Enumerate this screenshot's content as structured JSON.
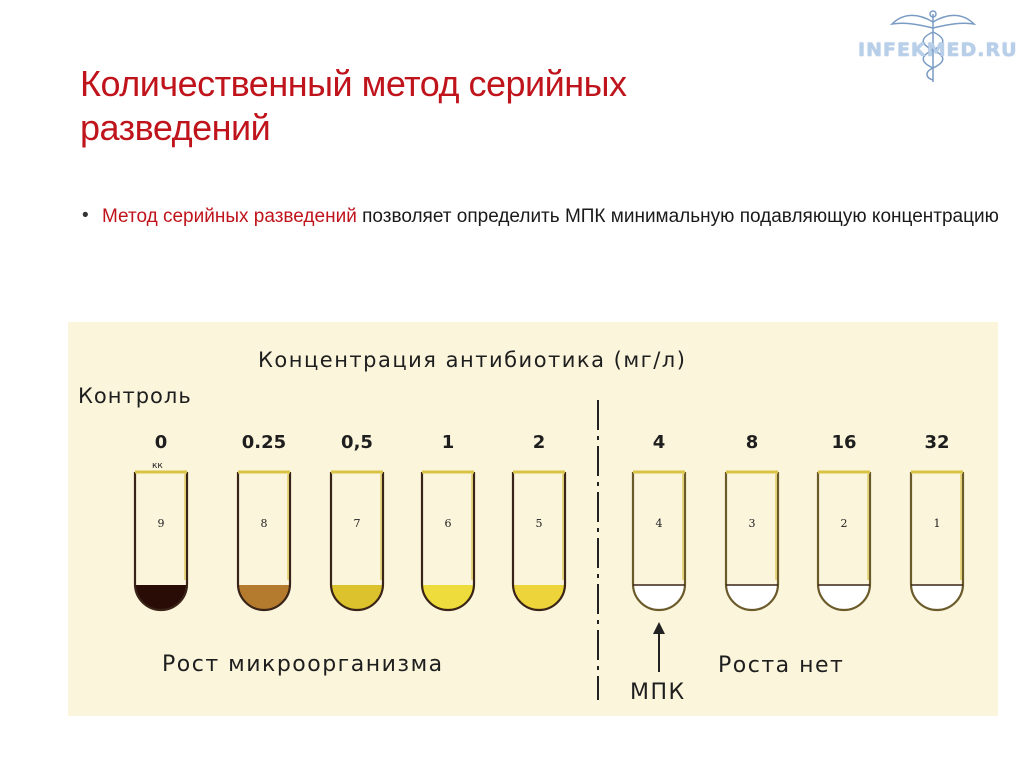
{
  "slide": {
    "title": "Количественный метод серийных разведений",
    "bullet_accent": "Метод серийных разведений",
    "bullet_rest": " позволяет  определить МПК минимальную подавляющую концентрацию"
  },
  "logo": {
    "text": "INFEKMED.RU"
  },
  "figure": {
    "heading": "Концентрация антибиотика (мг/л)",
    "control_label": "Контроль",
    "growth_label": "Рост микроорганизма",
    "no_growth_label": "Роста нет",
    "mic_label": "МПК",
    "control_mark": "кк",
    "tubes": [
      {
        "conc": "0",
        "num": "9",
        "fill": "#2a0c06",
        "growth": true
      },
      {
        "conc": "0.25",
        "num": "8",
        "fill": "#b47b2e",
        "growth": true
      },
      {
        "conc": "0,5",
        "num": "7",
        "fill": "#dcc22c",
        "growth": true
      },
      {
        "conc": "1",
        "num": "6",
        "fill": "#eedc3c",
        "growth": true
      },
      {
        "conc": "2",
        "num": "5",
        "fill": "#edd43a",
        "growth": true
      },
      {
        "conc": "4",
        "num": "4",
        "fill": "#ffffff",
        "growth": false
      },
      {
        "conc": "8",
        "num": "3",
        "fill": "#ffffff",
        "growth": false
      },
      {
        "conc": "16",
        "num": "2",
        "fill": "#ffffff",
        "growth": false
      },
      {
        "conc": "32",
        "num": "1",
        "fill": "#ffffff",
        "growth": false
      }
    ],
    "colors": {
      "tube_outline": "#3a2418",
      "tube_rim": "#d9c444",
      "background": "#fbf5dc"
    }
  }
}
